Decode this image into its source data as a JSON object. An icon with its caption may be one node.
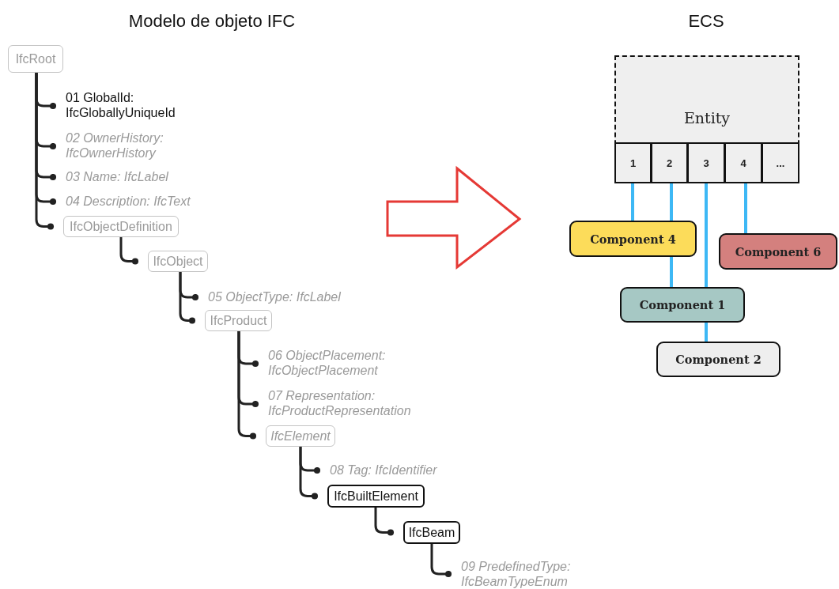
{
  "diagram": {
    "nodes": [
      {
        "text": [
          "IfcRoot"
        ]
      },
      {
        "text": [
          "01 GlobalId: IfcGloballyUniqueId"
        ]
      },
      {
        "text": [
          "02 OwnerHistory: IfcOwnerHistory"
        ]
      },
      {
        "text": [
          "03 Name: IfcLabel"
        ]
      },
      {
        "text": [
          "04 Description: IfcText"
        ]
      },
      {
        "text": [
          "IfcObjectDefinition"
        ]
      },
      {
        "text": [
          "IfcObject"
        ]
      },
      {
        "text": [
          "05 ObjectType: IfcLabel"
        ]
      },
      {
        "text": [
          "IfcProduct"
        ]
      },
      {
        "text": [
          "06 ObjectPlacement: IfcObjectPlacement"
        ]
      },
      {
        "text": [
          "07 Representation: IfcProductRepresentation"
        ]
      },
      {
        "text": [
          "IfcElement"
        ]
      },
      {
        "text": [
          "08 Tag: IfcIdentifier"
        ]
      },
      {
        "text": [
          "IfcBuiltElement"
        ]
      },
      {
        "text": [
          "IfcBeam"
        ]
      },
      {
        "text": [
          "09 PredefinedType: IfcBeamTypeEnum"
        ]
      },
      {
        "text": [
          "Entity"
        ]
      },
      {
        "text": [
          "1"
        ],
        "in": 16
      },
      {
        "text": [
          "2"
        ],
        "in": 16
      },
      {
        "text": [
          "3"
        ],
        "in": 16
      },
      {
        "text": [
          "4"
        ],
        "in": 16
      },
      {
        "text": [
          "..."
        ],
        "in": 16
      },
      {
        "text": [
          "Component 4"
        ]
      },
      {
        "text": [
          "Component 6"
        ]
      },
      {
        "text": [
          "Component 1"
        ]
      },
      {
        "text": [
          "Component 2"
        ]
      }
    ],
    "edges": [
      {
        "from": 0,
        "to": 1,
        "arrow": "other"
      },
      {
        "from": 0,
        "to": 2,
        "arrow": "other"
      },
      {
        "from": 0,
        "to": 3,
        "arrow": "other"
      },
      {
        "from": 0,
        "to": 4,
        "arrow": "other"
      },
      {
        "from": 0,
        "to": 5,
        "arrow": "other"
      },
      {
        "from": 5,
        "to": 6,
        "arrow": "other"
      },
      {
        "from": 6,
        "to": 7,
        "arrow": "other"
      },
      {
        "from": 6,
        "to": 8,
        "arrow": "other"
      },
      {
        "from": 8,
        "to": 9,
        "arrow": "other"
      },
      {
        "from": 8,
        "to": 10,
        "arrow": "other"
      },
      {
        "from": 8,
        "to": 11,
        "arrow": "other"
      },
      {
        "from": 11,
        "to": 12,
        "arrow": "other"
      },
      {
        "from": 11,
        "to": 13,
        "arrow": "other"
      },
      {
        "from": 13,
        "to": 14,
        "arrow": "other"
      },
      {
        "from": 14,
        "to": 15,
        "arrow": "other"
      },
      {
        "from": 17,
        "to": 22,
        "arrow": "none",
        "color": "#3db8f5"
      },
      {
        "from": 18,
        "to": 22,
        "arrow": "none",
        "color": "#3db8f5"
      },
      {
        "from": 22,
        "to": 24,
        "arrow": "none",
        "color": "#3db8f5"
      },
      {
        "from": 19,
        "to": 24,
        "arrow": "none",
        "color": "#3db8f5"
      },
      {
        "from": 24,
        "to": 25,
        "arrow": "none",
        "color": "#3db8f5"
      },
      {
        "from": 20,
        "to": 23,
        "arrow": "none",
        "color": "#3db8f5"
      }
    ],
    "labels": [
      "Modelo de objeto IFC",
      "ECS"
    ]
  }
}
